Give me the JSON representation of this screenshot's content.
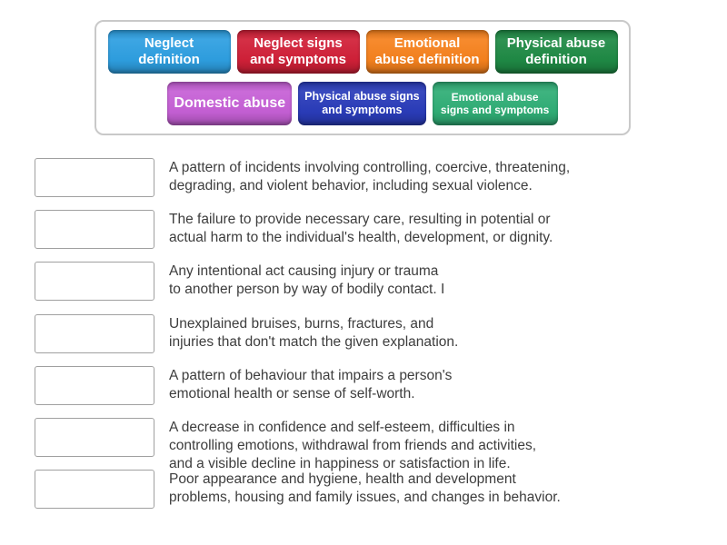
{
  "activity": {
    "type_label": "match-up-activity"
  },
  "answer_bank": {
    "tiles": [
      {
        "label": "Neglect\ndefinition",
        "color": "#2e9fe1"
      },
      {
        "label": "Neglect signs\nand symptoms",
        "color": "#d12038"
      },
      {
        "label": "Emotional\nabuse definition",
        "color": "#f6821e"
      },
      {
        "label": "Physical abuse\ndefinition",
        "color": "#1f8a45"
      },
      {
        "label": "Domestic abuse",
        "color": "#c660d6"
      },
      {
        "label": "Physical abuse signs\nand symptoms",
        "color": "#2a3cba"
      },
      {
        "label": "Emotional abuse\nsigns and symptoms",
        "color": "#30ae76"
      }
    ]
  },
  "match_rows": [
    {
      "text": "A pattern of incidents involving controlling, coercive, threatening,\ndegrading, and violent behavior, including sexual violence."
    },
    {
      "text": "The failure to provide necessary care, resulting in potential or\nactual harm to the individual's health, development, or dignity."
    },
    {
      "text": "Any intentional act causing injury or trauma\nto another person by way of bodily contact. I"
    },
    {
      "text": "Unexplained bruises, burns, fractures, and\ninjuries that don't match the given explanation."
    },
    {
      "text": "A pattern of behaviour that impairs a person's\nemotional health or sense of self-worth."
    },
    {
      "text": "A decrease in confidence and self-esteem, difficulties in\ncontrolling emotions, withdrawal from friends and activities,\nand a visible decline in happiness or satisfaction in life."
    },
    {
      "text": "Poor appearance and hygiene, health and development\nproblems, housing and family issues, and changes in behavior."
    }
  ],
  "colors": {
    "panel_border": "#c9c9c9",
    "drop_zone_border": "#a0a0a0",
    "definition_text": "#3d3d3d",
    "tile_text": "#ffffff"
  }
}
